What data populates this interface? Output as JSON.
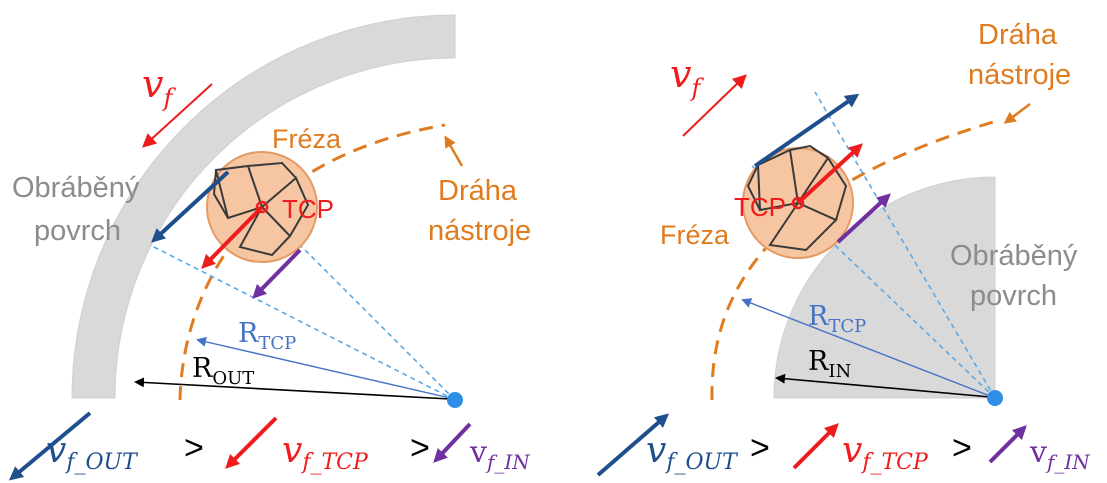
{
  "colors": {
    "surface_gray": "#d9d9d9",
    "label_gray": "#8c8c8c",
    "orange": "#e07b1f",
    "tool_fill": "#f6c6a2",
    "tool_stroke": "#e59a63",
    "red": "#ee1c1c",
    "navy": "#1f4e8c",
    "purple": "#7030a0",
    "light_blue": "#5aa9e6",
    "radius_blue": "#4472c4",
    "black": "#000000"
  },
  "left_panel": {
    "label_machined_surface": [
      "Obráběný",
      "povrch"
    ],
    "label_tool_path": [
      "Dráha",
      "nástroje"
    ],
    "label_cutter": "Fréza",
    "label_tcp": "TCP",
    "label_vf": {
      "base": "v",
      "sub": "f"
    },
    "label_r_tcp": {
      "base": "R",
      "sub": "TCP"
    },
    "label_r_out": {
      "base": "R",
      "sub": "OUT"
    }
  },
  "right_panel": {
    "label_machined_surface": [
      "Obráběný",
      "povrch"
    ],
    "label_tool_path": [
      "Dráha",
      "nástroje"
    ],
    "label_cutter": "Fréza",
    "label_tcp": "TCP",
    "label_vf": {
      "base": "v",
      "sub": "f"
    },
    "label_r_tcp": {
      "base": "R",
      "sub": "TCP"
    },
    "label_r_in": {
      "base": "R",
      "sub": "IN"
    }
  },
  "bottom_left": {
    "v_out": {
      "base": "v",
      "sub": "f_OUT"
    },
    "gt1": ">",
    "v_tcp": {
      "base": "v",
      "sub": "f_TCP"
    },
    "gt2": ">",
    "v_in": {
      "base": "v",
      "sub": "f_IN"
    }
  },
  "bottom_right": {
    "v_out": {
      "base": "v",
      "sub": "f_OUT"
    },
    "gt1": ">",
    "v_tcp": {
      "base": "v",
      "sub": "f_TCP"
    },
    "gt2": ">",
    "v_in": {
      "base": "v",
      "sub": "f_IN"
    }
  }
}
